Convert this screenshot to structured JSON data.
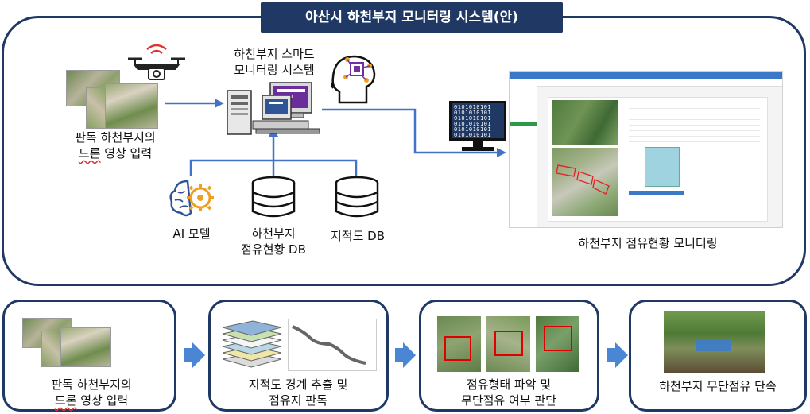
{
  "title": "아산시 하천부지 모니터링 시스템(안)",
  "top": {
    "input_label_line1": "판독 하천부지의",
    "input_label_line2_a": "드론",
    "input_label_line2_b": " 영상 입력",
    "system_label_line1": "하천부지 스마트",
    "system_label_line2": "모니터링 시스템",
    "ai_label": "AI 모델",
    "db1_label_line1": "하천부지",
    "db1_label_line2": "점유현황 DB",
    "db2_label": "지적도 DB",
    "monitor_label": "하천부지 점유현황 모니터링"
  },
  "steps": [
    {
      "line1": "판독 하천부지의",
      "line2_a": "드론",
      "line2_b": " 영상 입력"
    },
    {
      "line1": "지적도 경계 추출 및",
      "line2": "점유지 판독"
    },
    {
      "line1": "점유형태 파악 및",
      "line2": "무단점유 여부 판단"
    },
    {
      "line1": "하천부지 무단점유 단속"
    }
  ],
  "binary_rows": [
    "0101010101",
    "0101010101",
    "0101010101",
    "0101010101",
    "0101010101",
    "0101010101"
  ],
  "colors": {
    "navy": "#1f3864",
    "line_blue": "#4472c4",
    "arrow_blue": "#4a86d4",
    "red_box": "#e00000"
  }
}
